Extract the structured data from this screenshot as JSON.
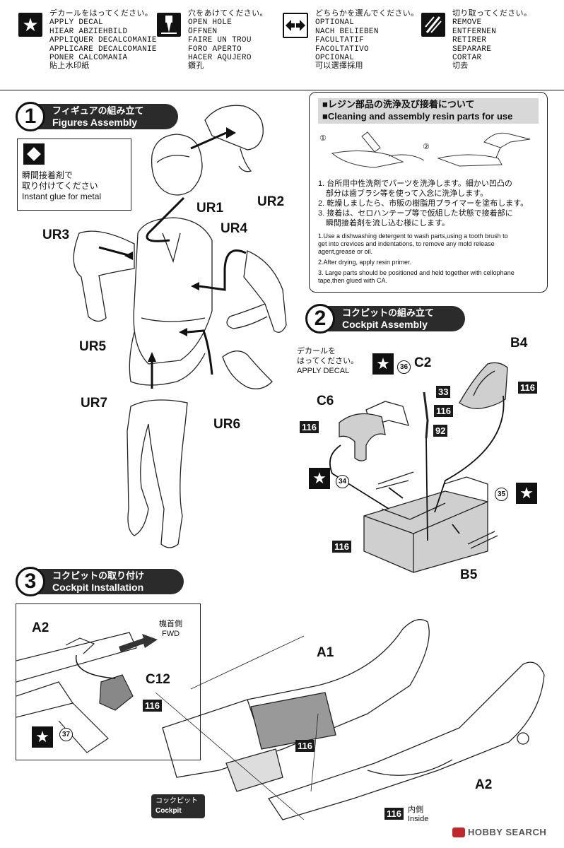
{
  "legend": {
    "decal": {
      "icon": "star-icon",
      "lines": [
        "デカールをはってください。",
        "APPLY DECAL",
        "HIEAR ABZIEHBILD",
        "APPLIQUER DECALCOMANIE",
        "APPLICARE DECALCOMANIE",
        "PONER CALCOMANIA",
        "貼上水印紙"
      ]
    },
    "hole": {
      "icon": "drill-icon",
      "lines": [
        "穴をあけてください。",
        "OPEN HOLE",
        "ÖFFNEN",
        "FAIRE UN TROU",
        "FORO APERTO",
        "HACER AQUJERO",
        "鑽孔"
      ]
    },
    "optional": {
      "icon": "arrows-icon",
      "lines": [
        "どちらかを選んでください。",
        "OPTIONAL",
        "NACH BELIEBEN",
        "FACULTATIF",
        "FACOLTATIVO",
        "OPCIONAL",
        "可以選擇採用"
      ]
    },
    "remove": {
      "icon": "cut-icon",
      "lines": [
        "切り取ってください。",
        "REMOVE",
        "ENTFERNEN",
        "RETIRER",
        "SEPARARE",
        "CORTAR",
        "切去"
      ]
    }
  },
  "step1": {
    "number": "1",
    "title_jp": "フィギュアの組み立て",
    "title_en": "Figures Assembly",
    "glue_note": {
      "lines": [
        "瞬間接着剤で",
        "取り付けてください",
        "Instant glue for metal"
      ]
    },
    "parts": [
      "UR1",
      "UR2",
      "UR3",
      "UR4",
      "UR5",
      "UR6",
      "UR7"
    ]
  },
  "resin_note": {
    "heading_jp": "■レジン部品の洗浄及び接着について",
    "heading_en": "■Cleaning and assembly resin parts for use",
    "fig_labels": [
      "①",
      "②"
    ],
    "jp_items": [
      "1. 台所用中性洗剤でパーツを洗浄します。細かい凹凸の",
      "　部分は歯ブラシ等を使って入念に洗浄します。",
      "2. 乾燥しましたら、市販の樹脂用プライマーを塗布します。",
      "3. 接着は、セロハンテープ等で仮組した状態で接着部に",
      "　瞬間接着剤を流し込む様にします。"
    ],
    "en_items": [
      "1.Use a dishwashing detergent to wash parts,using a tooth brush to",
      "get into crevices and indentations, to remove any mold release",
      "agent,grease or oil.",
      "2.After drying, apply resin primer.",
      "3. Large parts should be positioned and held together with cellophane",
      "tape,then glued with CA."
    ]
  },
  "step2": {
    "number": "2",
    "title_jp": "コクピットの組み立て",
    "title_en": "Cockpit Assembly",
    "decal_note": [
      "デカールを",
      "はってください。",
      "APPLY DECAL"
    ],
    "parts": {
      "b4": "B4",
      "c2": "C2",
      "c6": "C6",
      "b5": "B5"
    },
    "badges": {
      "b4": "116",
      "c6": "116",
      "b5": "116",
      "c2a": "33",
      "c2b": "116",
      "c2c": "92"
    },
    "decals": {
      "d36": "36",
      "d34": "34",
      "d35": "35"
    }
  },
  "step3": {
    "number": "3",
    "title_jp": "コクピットの取り付け",
    "title_en": "Cockpit Installation",
    "fwd_jp": "機首側",
    "fwd_en": "FWD",
    "parts": {
      "a2_top": "A2",
      "c12": "C12",
      "a1": "A1",
      "a2": "A2"
    },
    "badges": {
      "c12": "116",
      "cockpit": "116",
      "inside": "116"
    },
    "decals": {
      "d37": "37"
    },
    "inside_jp": "内側",
    "inside_en": "Inside",
    "cockpit_jp": "コックピット",
    "cockpit_en": "Cockpit"
  },
  "watermark": "HOBBY SEARCH"
}
